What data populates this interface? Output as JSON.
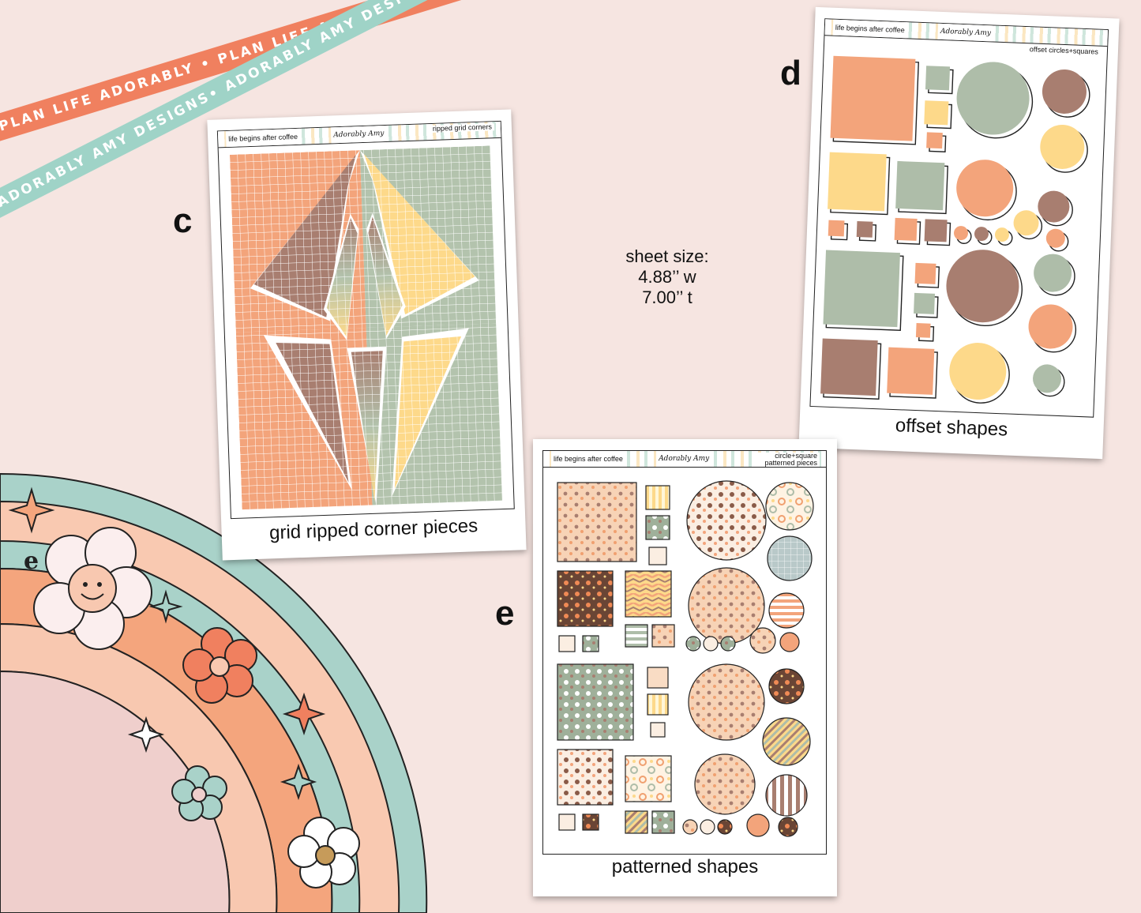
{
  "ribbons": {
    "orange": "PLAN LIFE ADORABLY • PLAN LIFE ADORABLY • PLAN LIFE ADORABLY •",
    "teal": "ADORABLY AMY DESIGNS• ADORABLY AMY DESIGNS• ADORABLY AMY DESIGNS• AD"
  },
  "sheet_size": {
    "label": "sheet size:",
    "width": "4.88’’ w",
    "height": "7.00’’ t"
  },
  "sheets": {
    "c": {
      "letter": "c",
      "header_left": "life begins after coffee",
      "brand": "Adorably Amy",
      "header_right": "ripped grid corners",
      "caption": "grid ripped corner pieces"
    },
    "d": {
      "letter": "d",
      "header_left": "life begins after coffee",
      "brand": "Adorably Amy",
      "header_right": "offset circles+squares",
      "caption": "offset shapes"
    },
    "e": {
      "letter": "e",
      "header_left": "life begins after coffee",
      "brand": "Adorably Amy",
      "header_right": "circle+square patterned pieces",
      "caption": "patterned shapes"
    }
  },
  "colors": {
    "background": "#f6e5e1",
    "orange": "#f3a47b",
    "sage": "#aebda9",
    "yellow": "#fdd98a",
    "mauve": "#a87e70",
    "ribbon_orange": "#f0805f",
    "ribbon_teal": "#9fd3c7"
  }
}
